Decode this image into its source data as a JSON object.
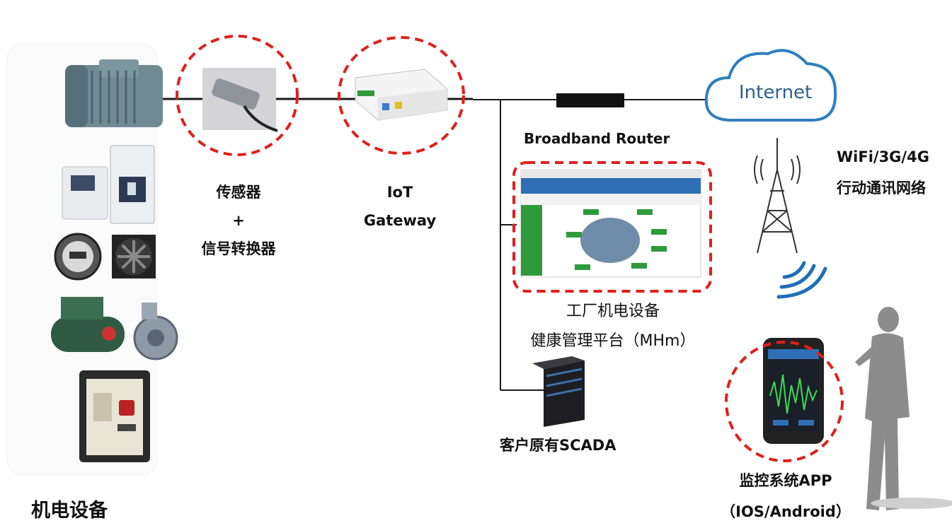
{
  "labels": {
    "equipment": "机电设备",
    "sensor_line1": "传感器",
    "sensor_line2": "+",
    "sensor_line3": "信号转换器",
    "gateway_line1": "IoT",
    "gateway_line2": "Gateway",
    "router": "Broadband Router",
    "internet": "Internet",
    "wireless_line1": "WiFi/3G/4G",
    "wireless_line2": "行动通讯网络",
    "platform_line1": "工厂机电设备",
    "platform_line2": "健康管理平台（MHm）",
    "scada": "客户原有SCADA",
    "app_line1": "监控系统APP",
    "app_line2": "（IOS/Android）"
  },
  "colors": {
    "highlight_circle": "#e0201b",
    "line": "#1a1a1a",
    "cloud_stroke": "#2f7fc1",
    "cloud_fill": "#ffffff",
    "internet_text": "#2f5f8f",
    "wifi_wave": "#1f6fb8",
    "person": "#8c8c8c",
    "screen_bar": "#2e6fb6",
    "screen_green": "#2f9a3a"
  },
  "icons": {
    "motor": "motor-icon",
    "sensor": "sensor-icon",
    "gateway": "gateway-icon",
    "router": "router-icon",
    "cloud": "cloud-icon",
    "tower": "cell-tower-icon",
    "server": "server-icon",
    "phone": "smartphone-icon",
    "person": "person-icon"
  }
}
